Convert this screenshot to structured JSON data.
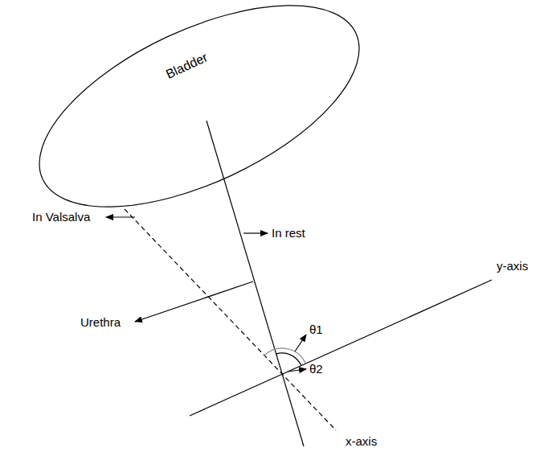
{
  "diagram": {
    "nodes": [
      {
        "text": [
          "Bladder"
        ]
      }
    ],
    "labels": [
      "In rest",
      "In Valsalva",
      "Urethra",
      "y-axis",
      "θ1",
      "θ2",
      "x-axis"
    ]
  }
}
